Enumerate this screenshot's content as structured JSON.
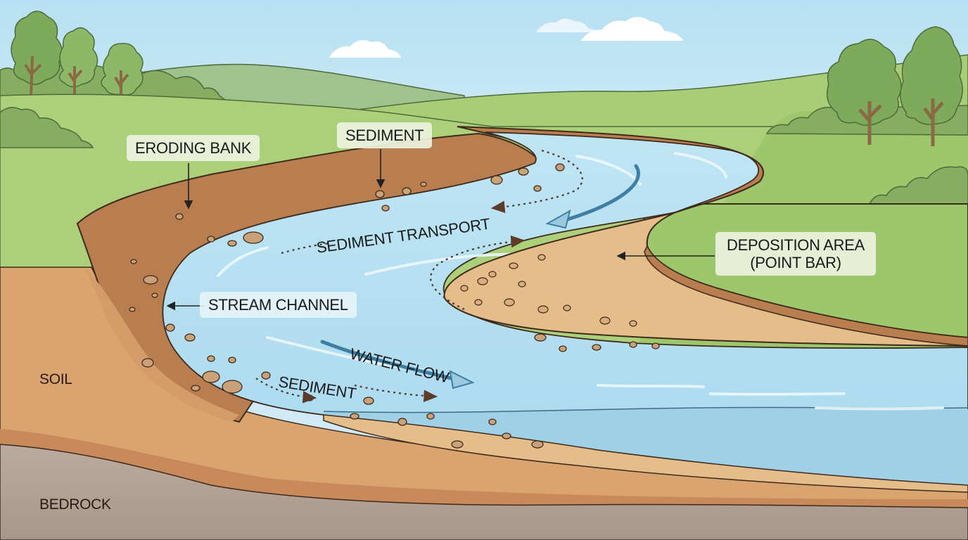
{
  "diagram": {
    "subject": "Meandering stream erosion and deposition",
    "colors": {
      "sky_top": "#b9e2f3",
      "sky_bottom": "#e4f3f8",
      "grass_light": "#b0d27a",
      "grass": "#9cc76a",
      "tree": "#7fab5c",
      "hill_far": "#9fc28f",
      "water": "#b3def0",
      "water_deep": "#8fc8e0",
      "bank": "#b97e4f",
      "bank_dark": "#a66d42",
      "sand": "#e4bd8a",
      "soil": "#d9a470",
      "bedrock": "#b6a394",
      "outline": "#3e2a1c",
      "label_bg": "#ecf2de"
    },
    "labels": {
      "eroding_bank": "ERODING BANK",
      "sediment_top": "SEDIMENT",
      "sediment_transport": "SEDIMENT TRANSPORT",
      "deposition_line1": "DEPOSITION AREA",
      "deposition_line2": "(POINT BAR)",
      "stream_channel": "STREAM CHANNEL",
      "water_flow": "WATER FLOW",
      "sediment_bottom": "SEDIMENT",
      "soil": "SOIL",
      "bedrock": "BEDROCK"
    }
  }
}
